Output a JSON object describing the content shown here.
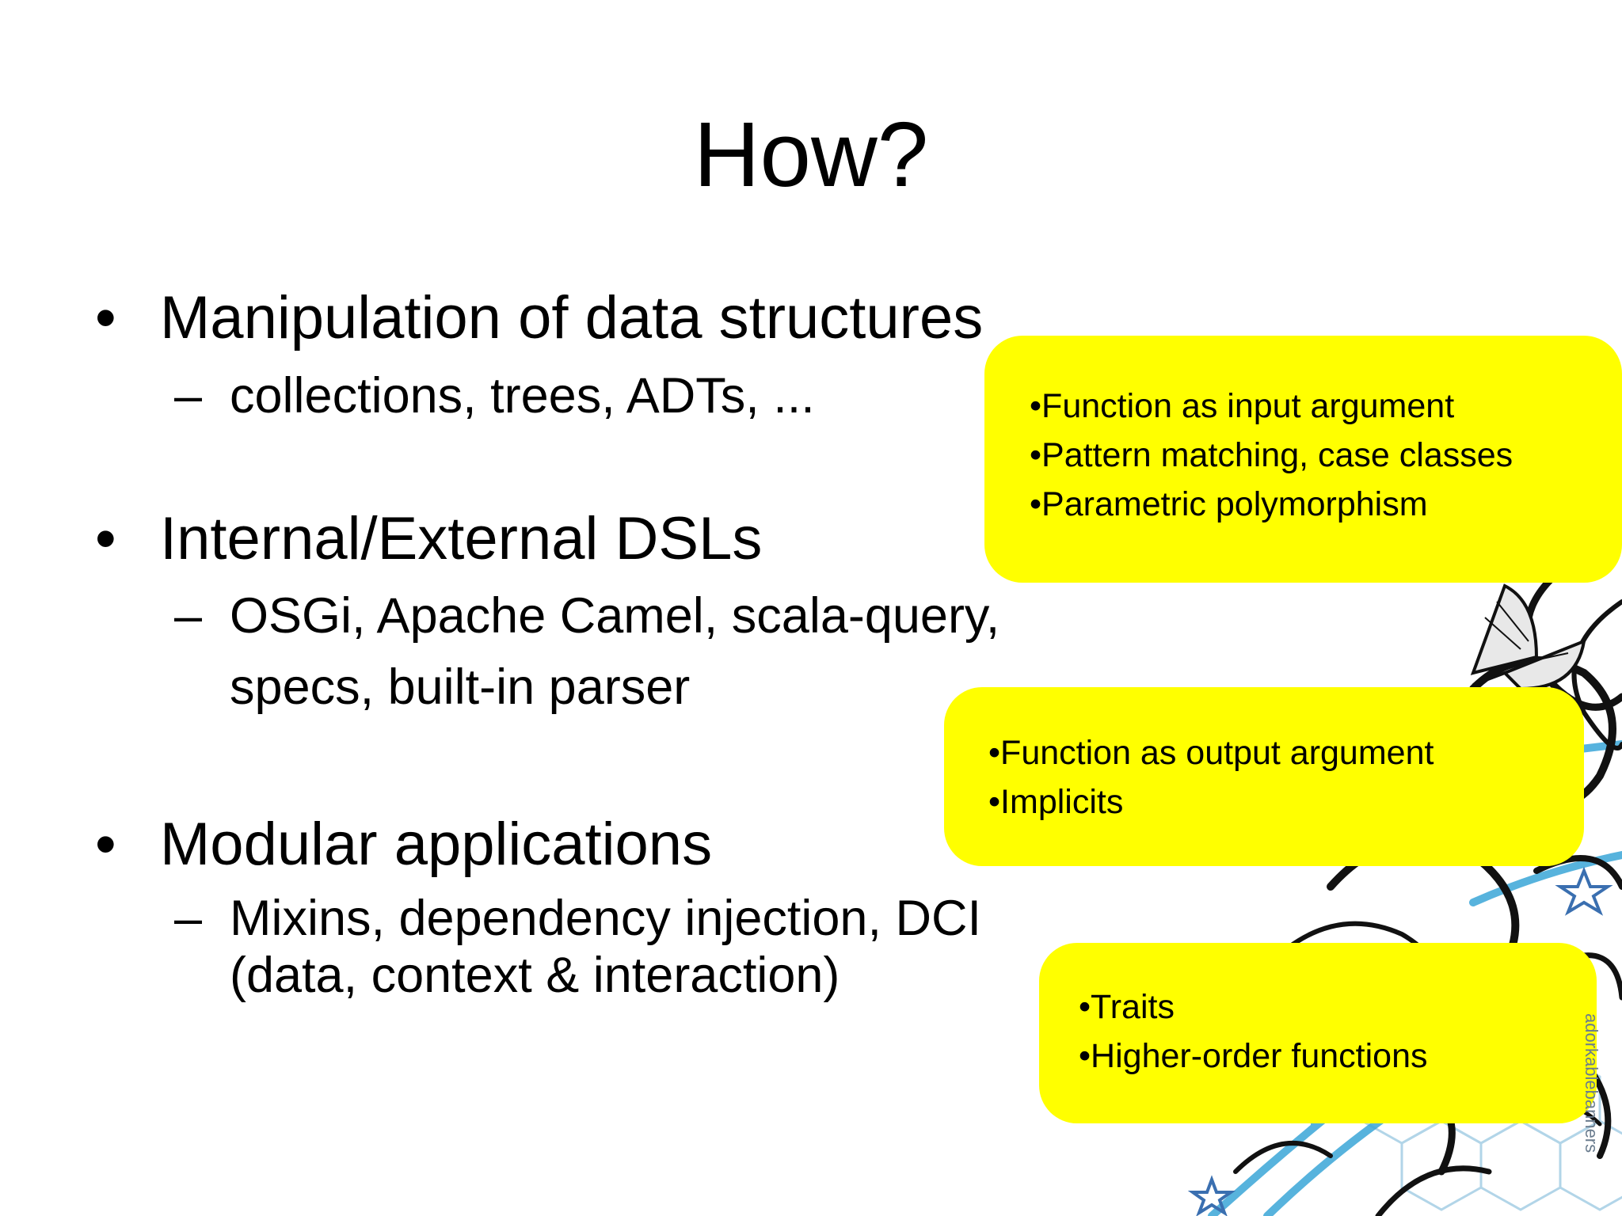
{
  "slide": {
    "title": "How?",
    "bullets": [
      {
        "label": "Manipulation of data structures",
        "subs": [
          "collections, trees, ADTs, ..."
        ]
      },
      {
        "label": "Internal/External DSLs",
        "subs": [
          "OSGi, Apache Camel, scala-query,",
          "specs, built-in parser"
        ]
      },
      {
        "label": "Modular applications",
        "subs": [
          "Mixins, dependency injection, DCI",
          "(data, context & interaction)"
        ]
      }
    ],
    "bullet_glyph": "•",
    "dash_glyph": "–",
    "callouts": [
      {
        "items": [
          "•Function as input argument",
          "•Pattern matching, case classes",
          "•Parametric polymorphism"
        ]
      },
      {
        "items": [
          "•Function as output argument",
          "•Implicits"
        ]
      },
      {
        "items": [
          "•Traits",
          "•Higher-order functions"
        ]
      }
    ],
    "watermark": "adorkablebanners",
    "colors": {
      "callout_bg": "#ffff00",
      "text": "#000000",
      "accent_blue": "#3aa6d8"
    }
  }
}
